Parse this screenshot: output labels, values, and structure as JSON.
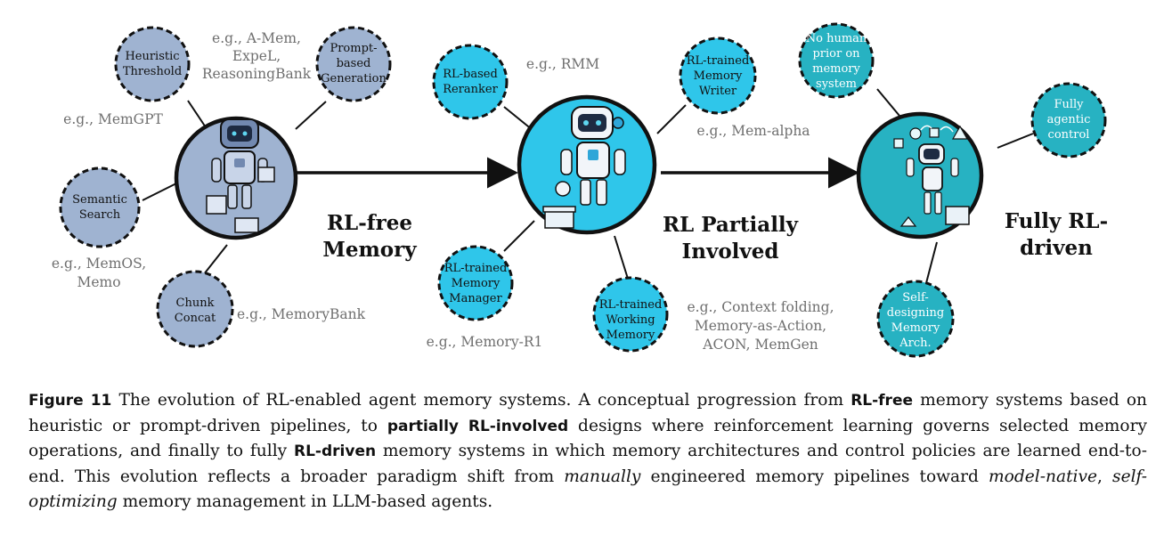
{
  "diagram": {
    "stages": [
      {
        "label_lines": [
          "RL-free",
          "Memory"
        ]
      },
      {
        "label_lines": [
          "RL Partially",
          "Involved"
        ]
      },
      {
        "label_lines": [
          "Fully RL-",
          "driven"
        ]
      }
    ],
    "stage1_nodes": [
      {
        "label_lines": [
          "Heuristic",
          "Threshold"
        ]
      },
      {
        "label_lines": [
          "Prompt-",
          "based",
          "Generation"
        ]
      },
      {
        "label_lines": [
          "Semantic",
          "Search"
        ]
      },
      {
        "label_lines": [
          "Chunk",
          "Concat"
        ]
      }
    ],
    "stage1_examples": [
      {
        "lines": [
          "e.g., A-Mem,",
          "ExpeL,",
          "ReasoningBank"
        ]
      },
      {
        "lines": [
          "e.g., MemGPT"
        ]
      },
      {
        "lines": [
          "e.g., MemOS,",
          "Memo"
        ]
      },
      {
        "lines": [
          "e.g., MemoryBank"
        ]
      }
    ],
    "stage2_nodes": [
      {
        "label_lines": [
          "RL-based",
          "Reranker"
        ]
      },
      {
        "label_lines": [
          "RL-trained",
          "Memory",
          "Writer"
        ]
      },
      {
        "label_lines": [
          "RL-trained",
          "Memory",
          "Manager"
        ]
      },
      {
        "label_lines": [
          "RL-trained",
          "Working",
          "Memory"
        ]
      }
    ],
    "stage2_examples": [
      {
        "lines": [
          "e.g., RMM"
        ]
      },
      {
        "lines": [
          "e.g., Mem-alpha"
        ]
      },
      {
        "lines": [
          "e.g., Memory-R1"
        ]
      },
      {
        "lines": [
          "e.g., Context folding,",
          "Memory-as-Action,",
          "ACON, MemGen"
        ]
      }
    ],
    "stage3_nodes": [
      {
        "label_lines": [
          "No human",
          "prior on",
          "memory",
          "system"
        ]
      },
      {
        "label_lines": [
          "Fully",
          "agentic",
          "control"
        ]
      },
      {
        "label_lines": [
          "Self-",
          "designing",
          "Memory",
          "Arch."
        ]
      }
    ],
    "colors": {
      "stage1_fill": "#9fb3d1",
      "stage2_fill": "#2fc6ea",
      "stage3_fill": "#27b2c2",
      "border": "#111111",
      "example_text": "#6f6f6f"
    }
  },
  "caption": {
    "figure_label": "Figure 11",
    "p1": " The evolution of RL-enabled agent memory systems. A conceptual progression from ",
    "kw1": "RL-free",
    "p2": " memory systems based on heuristic or prompt-driven pipelines, to ",
    "kw2": "partially RL-involved",
    "p3": " designs where reinforcement learning governs selected memory operations, and finally to fully ",
    "kw3": "RL-driven",
    "p4": " memory systems in which memory architectures and control policies are learned end-to-end. This evolution reflects a broader paradigm shift from ",
    "em1": "manually",
    "p5": " engineered memory pipelines toward ",
    "em2": "model-native",
    "p6": ", ",
    "em3": "self-optimizing",
    "p7": " memory management in LLM-based agents."
  }
}
